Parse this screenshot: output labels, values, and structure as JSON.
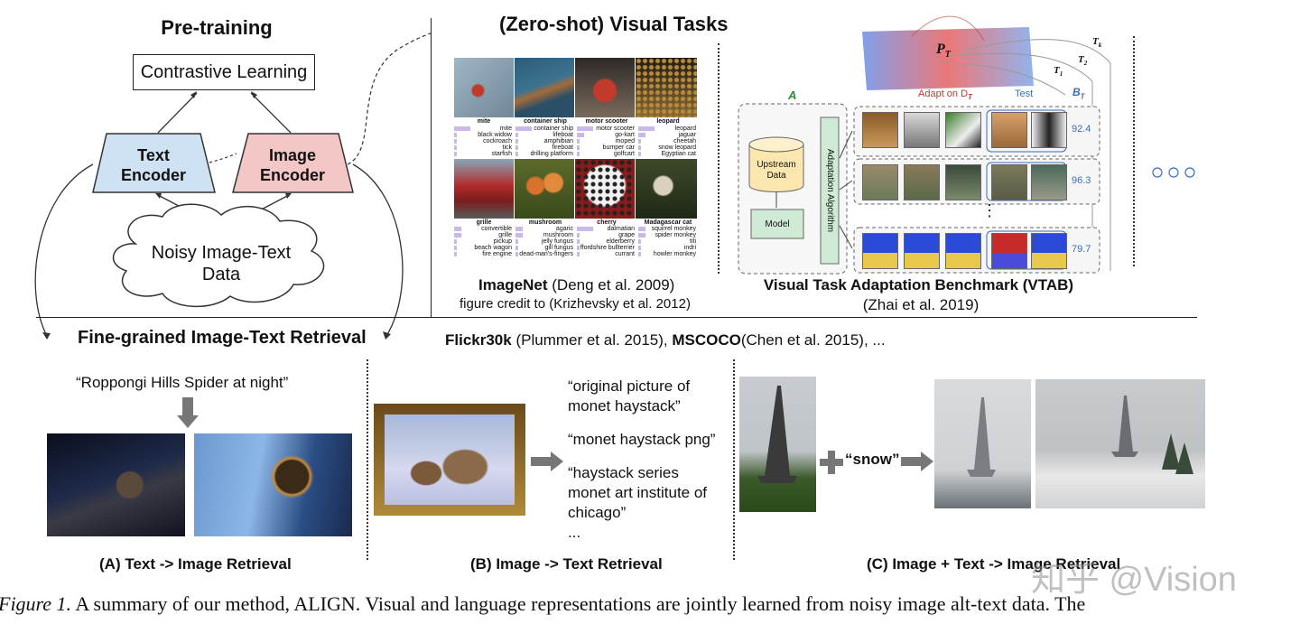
{
  "pretraining": {
    "title": "Pre-training",
    "contrastive_box": "Contrastive Learning",
    "text_encoder": [
      "Text",
      "Encoder"
    ],
    "image_encoder": [
      "Image",
      "Encoder"
    ],
    "noisy_data": [
      "Noisy Image-Text",
      "Data"
    ]
  },
  "zeroshot": {
    "title": "(Zero-shot) Visual Tasks",
    "imagenet_bold": "ImageNet",
    "imagenet_cite": " (Deng et al. 2009)",
    "imagenet_credit": "figure credit to (Krizhevsky et al. 2012)",
    "imagenet_labels_top": [
      "mite",
      "container ship",
      "motor scooter",
      "leopard"
    ],
    "imagenet_labels_bottom": [
      "grille",
      "mushroom",
      "cherry",
      "Madagascar cat"
    ],
    "imagenet_preds_top": [
      [
        "mite",
        "black widow",
        "cockroach",
        "tick",
        "starfish"
      ],
      [
        "container ship",
        "lifeboat",
        "amphibian",
        "fireboat",
        "drilling platform"
      ],
      [
        "motor scooter",
        "go-kart",
        "moped",
        "bumper car",
        "golfcart"
      ],
      [
        "leopard",
        "jaguar",
        "cheetah",
        "snow leopard",
        "Egyptian cat"
      ]
    ],
    "imagenet_preds_bottom": [
      [
        "convertible",
        "grille",
        "pickup",
        "beach wagon",
        "fire engine"
      ],
      [
        "agaric",
        "mushroom",
        "jelly fungus",
        "gill fungus",
        "dead-man's-fingers"
      ],
      [
        "dalmatian",
        "grape",
        "elderberry",
        "ffordshire bullterrier",
        "currant"
      ],
      [
        "squirrel monkey",
        "spider monkey",
        "titi",
        "indri",
        "howler monkey"
      ]
    ],
    "vtab_title": "Visual Task Adaptation Benchmark (VTAB)",
    "vtab_cite": "(Zhai et al. 2019)",
    "vtab_adapt": "Adapt on D",
    "vtab_adapt_sub": "T",
    "vtab_test": "Test",
    "vtab_upstream": [
      "Upstream",
      "Data"
    ],
    "vtab_model": "Model",
    "vtab_algorithm": "Adaptation Algorithm",
    "vtab_scores": [
      "92.4",
      "96.3",
      "79.7"
    ],
    "vtab_pt": "P",
    "vtab_pt_sub": "T",
    "vtab_t": [
      "T",
      "T",
      "T"
    ],
    "vtab_t_sub": [
      "1",
      "2",
      "k"
    ],
    "vtab_a": "A",
    "vtab_b": "B",
    "vtab_b_sub": "T",
    "vtab_vdots": "⋮"
  },
  "retrieval": {
    "title": "Fine-grained Image-Text Retrieval",
    "flickr_bold": "Flickr30k",
    "flickr_cite": " (Plummer et al. 2015), ",
    "mscoco_bold": "MSCOCO",
    "mscoco_cite": "(Chen et al. 2015), ...",
    "a_query": "“Roppongi Hills Spider at night”",
    "a_label": "(A) Text -> Image Retrieval",
    "b_texts": [
      "“original picture of",
      "monet haystack”",
      "“monet haystack png”",
      "“haystack series",
      "monet art institute of",
      "chicago”",
      "..."
    ],
    "b_label": "(B) Image -> Text Retrieval",
    "c_word": "“snow”",
    "c_label": "(C) Image + Text -> Image Retrieval"
  },
  "watermark": "知乎 @Vision",
  "caption": {
    "italic": "Figure 1.",
    "text": " A summary of our method, ALIGN. Visual and language representations are jointly learned from noisy image alt-text data. The"
  }
}
